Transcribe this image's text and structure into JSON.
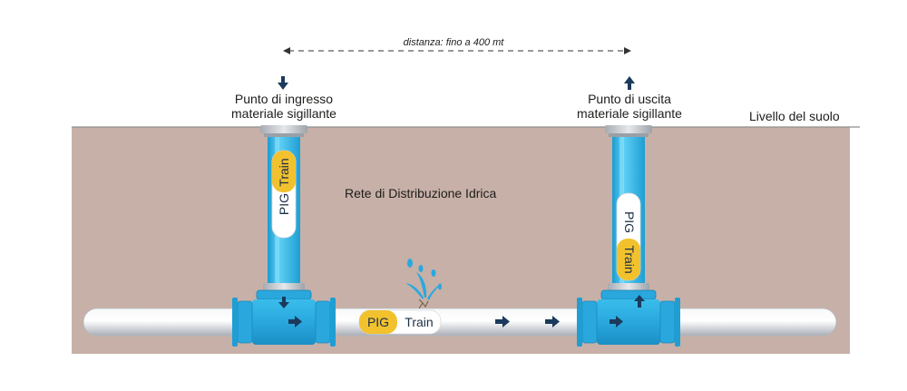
{
  "distance_label": "distanza: fino a 400 mt",
  "entry": {
    "line1": "Punto di ingresso",
    "line2": "materiale sigillante"
  },
  "exit": {
    "line1": "Punto di uscita",
    "line2": "materiale sigillante"
  },
  "ground_label": "Livello del suolo",
  "network_label": "Rete di Distribuzione Idrica",
  "pig": {
    "word1": "PIG",
    "word2": "Train"
  },
  "colors": {
    "soil": "#c7b0a7",
    "water_blue": "#2ab0e0",
    "pipe_grey": "#e4e5e8",
    "arrow_navy": "#1b3a5c",
    "pig_yellow": "#f2c12e"
  }
}
